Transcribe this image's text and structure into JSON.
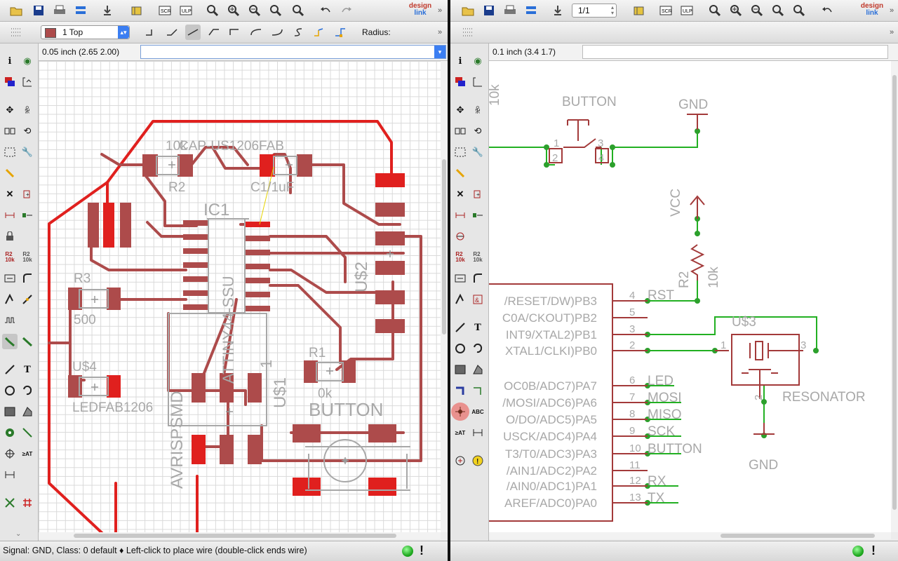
{
  "colors": {
    "copper_top": "#ad4b4b",
    "copper_red": "#e0201e",
    "silk": "#a8a8a8",
    "net_green": "#22b022",
    "junction": "#2ca02c",
    "part_red": "#a33a3a"
  },
  "board": {
    "layer_select": "1 Top",
    "radius_label": "Radius:",
    "coord_readout": "0.05 inch (2.65 2.00)",
    "status_text": "Signal: GND, Class: 0 default ♦ Left-click to place wire (double-click ends wire)",
    "labels": {
      "cap_value": "10k",
      "cap_name": "CAP-US1206FAB",
      "r2": "R2",
      "c1": "C1/1uF",
      "ic1": "IC1",
      "attiny": "ATTINY44-SSU",
      "r3": "R3",
      "r3_val": "500",
      "us4": "U$4",
      "led": "LEDFAB1206",
      "avrisp": "AVRISPSMD",
      "us1": "U$1",
      "r1": "R1",
      "r1_val": "0k",
      "button": "BUTTON",
      "us2": "U$2",
      "pin1": "1"
    },
    "icons": [
      "open-icon",
      "save-icon",
      "print-icon",
      "cam-icon",
      "script-icon",
      "dru-icon",
      "scr-icon",
      "ulp-icon",
      "zoom-fit-icon",
      "zoom-in-icon",
      "zoom-out-icon",
      "zoom-select-icon",
      "zoom-redraw-icon",
      "undo-icon",
      "redo-icon"
    ]
  },
  "schematic": {
    "sheet_field": "1/1",
    "coord_readout": "0.1 inch (3.4 1.7)",
    "labels": {
      "r_top": "10k",
      "button": "BUTTON",
      "gnd_top": "GND",
      "vcc": "VCC",
      "r2": "R2",
      "r2_val": "10k",
      "rst": "RST",
      "us3": "U$3",
      "resonator": "RESONATOR",
      "gnd_bot": "GND",
      "sw1": "1",
      "sw2": "2",
      "sw3": "3",
      "sw4": "4",
      "res1": "1",
      "res2": "2",
      "res3": "3"
    },
    "pins": [
      {
        "name": "/RESET/DW)PB3",
        "num": "4",
        "net": "RST"
      },
      {
        "name": "C0A/CKOUT)PB2",
        "num": "5",
        "net": ""
      },
      {
        "name": "INT9/XTAL2)PB1",
        "num": "3",
        "net": ""
      },
      {
        "name": "XTAL1/CLKI)PB0",
        "num": "2",
        "net": ""
      },
      {
        "name": "OC0B/ADC7)PA7",
        "num": "6",
        "net": "LED"
      },
      {
        "name": "/MOSI/ADC6)PA6",
        "num": "7",
        "net": "MOSI"
      },
      {
        "name": "O/DO/ADC5)PA5",
        "num": "8",
        "net": "MISO"
      },
      {
        "name": "USCK/ADC4)PA4",
        "num": "9",
        "net": "SCK"
      },
      {
        "name": "T3/T0/ADC3)PA3",
        "num": "10",
        "net": "BUTTON"
      },
      {
        "name": "/AIN1/ADC2)PA2",
        "num": "11",
        "net": ""
      },
      {
        "name": "/AIN0/ADC1)PA1",
        "num": "12",
        "net": "RX"
      },
      {
        "name": "AREF/ADC0)PA0",
        "num": "13",
        "net": "TX"
      }
    ]
  }
}
